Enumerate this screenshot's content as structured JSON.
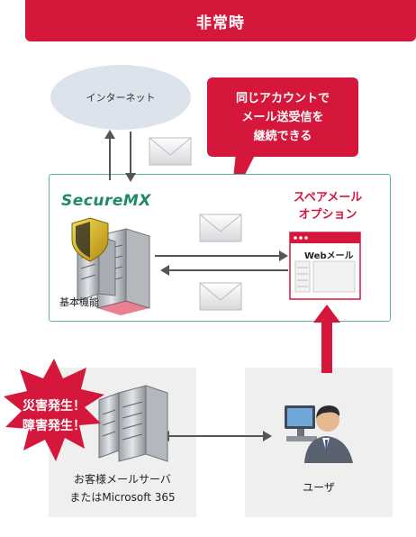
{
  "header": {
    "title": "非常時"
  },
  "internet": {
    "label": "インターネット"
  },
  "callout": {
    "lines": [
      "同じアカウントで",
      "メール送受信を",
      "継続できる"
    ]
  },
  "securemx": {
    "logo": "SecureMX",
    "function_label": "基本機能"
  },
  "spare_mail": {
    "title_lines": [
      "スペアメール",
      "オプション"
    ],
    "webmail_label": "Webメール"
  },
  "disaster": {
    "lines": [
      "災害発生！",
      "障害発生！"
    ]
  },
  "customer_server": {
    "lines": [
      "お客様メールサーバ",
      "またはMicrosoft 365"
    ]
  },
  "user": {
    "label": "ユーザ"
  },
  "colors": {
    "accent": "#d4173a",
    "green_border": "#5bb89a",
    "logo_green": "#1d8a6a",
    "panel_gray": "#efefef",
    "cloud": "#dde3ec"
  }
}
